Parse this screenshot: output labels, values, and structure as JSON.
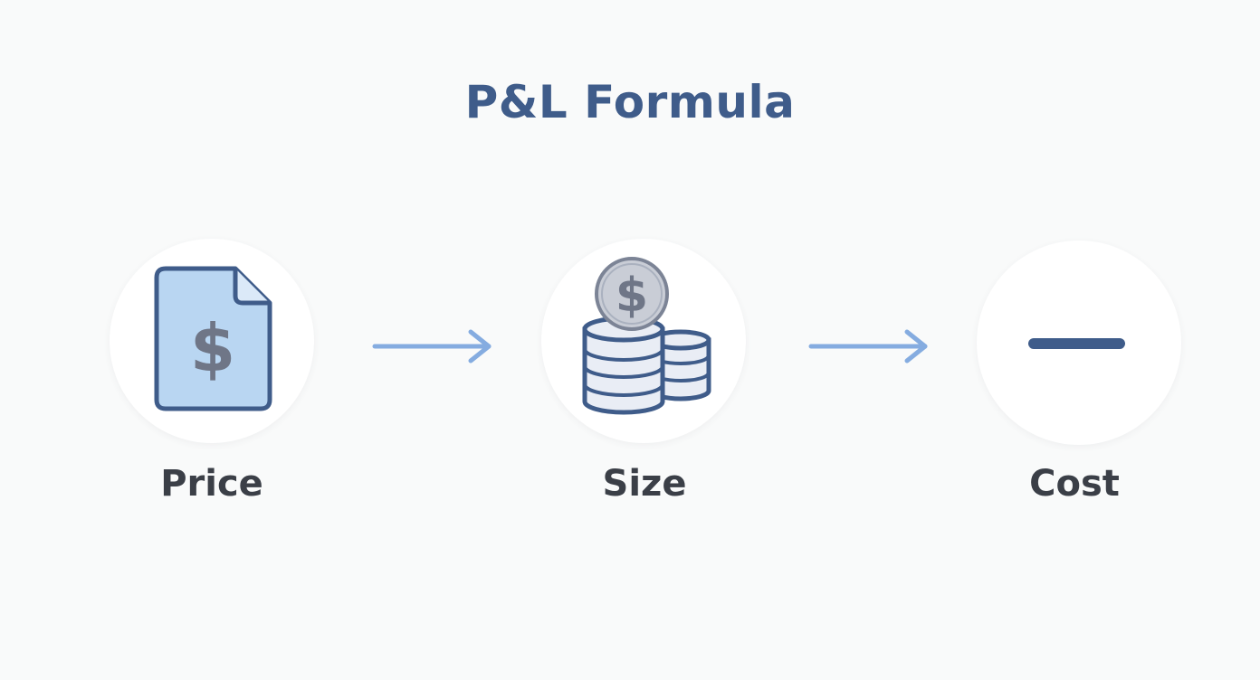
{
  "title": "P&L Formula",
  "nodes": [
    {
      "label": "Price",
      "icon": "dollar-document-icon"
    },
    {
      "label": "Size",
      "icon": "coin-stack-icon"
    },
    {
      "label": "Cost",
      "icon": "minus-icon"
    }
  ],
  "colors": {
    "title": "#3f5c8a",
    "label": "#3b3f47",
    "stroke": "#3f5c8a",
    "fill_light": "#b9d6f2",
    "arrow": "#85ace0",
    "coin": "#c9cdd6"
  }
}
